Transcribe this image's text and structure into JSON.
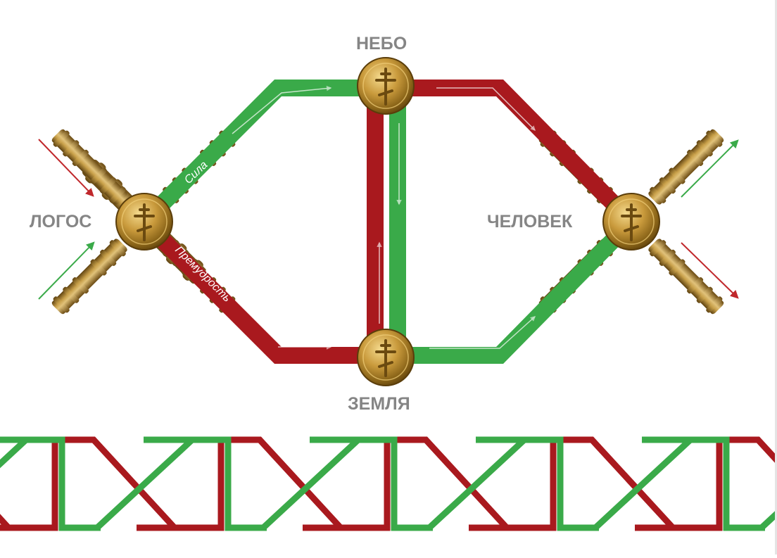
{
  "nodes": {
    "logos": "ЛОГОС",
    "nebo": "НЕБО",
    "zemlya": "ЗЕМЛЯ",
    "chelovek": "ЧЕЛОВЕК"
  },
  "path_labels": {
    "green_top_left": "Сила",
    "red_bottom_left": "Премудрость"
  },
  "icons": {
    "node_medallion": "orthodox-cross-medallion-icon",
    "crossed_staffs": "crossed-staffs-icon",
    "direction_arrow": "arrow-icon"
  },
  "colors": {
    "green_path": "#3aaa49",
    "red_path": "#a9191e",
    "gold": "#b08a2e",
    "label_gray": "#858585"
  }
}
